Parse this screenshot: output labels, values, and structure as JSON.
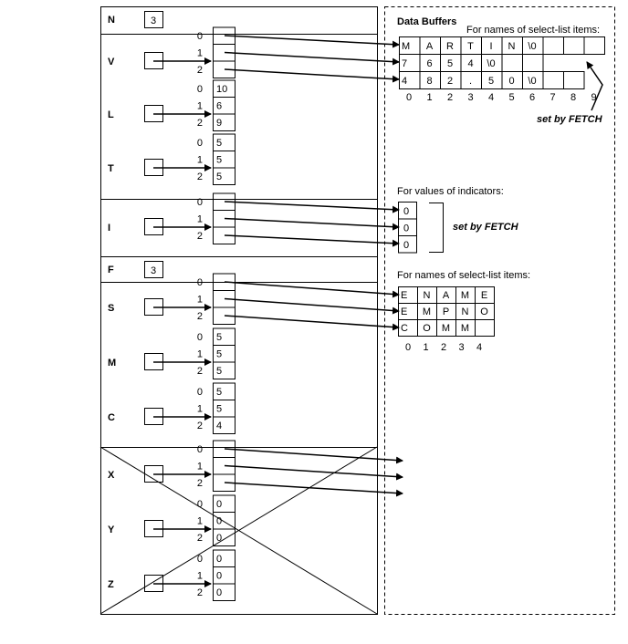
{
  "n": {
    "label": "N",
    "value": "3"
  },
  "f": {
    "label": "F",
    "value": "3"
  },
  "vars": [
    {
      "label": "V",
      "kind": "ptr",
      "target": "top"
    },
    {
      "label": "L",
      "kind": "val",
      "values": [
        "10",
        "6",
        "9"
      ]
    },
    {
      "label": "T",
      "kind": "val",
      "values": [
        "5",
        "5",
        "5"
      ]
    },
    {
      "label": "I",
      "kind": "ptr",
      "target": "ind"
    },
    {
      "label": "S",
      "kind": "ptr",
      "target": "names"
    },
    {
      "label": "M",
      "kind": "val",
      "values": [
        "5",
        "5",
        "5"
      ]
    },
    {
      "label": "C",
      "kind": "val",
      "values": [
        "5",
        "5",
        "4"
      ]
    },
    {
      "label": "X",
      "kind": "ptr",
      "target": "none"
    },
    {
      "label": "Y",
      "kind": "val",
      "values": [
        "0",
        "0",
        "0"
      ]
    },
    {
      "label": "Z",
      "kind": "val",
      "values": [
        "0",
        "0",
        "0"
      ]
    }
  ],
  "indexes": [
    "0",
    "1",
    "2"
  ],
  "buffers": {
    "title": "Data Buffers",
    "top_caption": "For names of select-list items:",
    "top_rows": [
      [
        "M",
        "A",
        "R",
        "T",
        "I",
        "N",
        "\\0",
        "",
        "",
        ""
      ],
      [
        "7",
        "6",
        "5",
        "4",
        "\\0",
        "",
        ""
      ],
      [
        "4",
        "8",
        "2",
        ".",
        "5",
        "0",
        "\\0",
        "",
        ""
      ]
    ],
    "top_index": [
      "0",
      "1",
      "2",
      "3",
      "4",
      "5",
      "6",
      "7",
      "8",
      "9"
    ],
    "set_by_fetch": "set by FETCH",
    "ind_caption": "For values of indicators:",
    "ind_values": [
      "0",
      "0",
      "0"
    ],
    "names_caption": "For names of select-list items:",
    "names_rows": [
      [
        "E",
        "N",
        "A",
        "M",
        "E"
      ],
      [
        "E",
        "M",
        "P",
        "N",
        "O"
      ],
      [
        "C",
        "O",
        "M",
        "M",
        ""
      ]
    ],
    "names_index": [
      "0",
      "1",
      "2",
      "3",
      "4"
    ]
  }
}
